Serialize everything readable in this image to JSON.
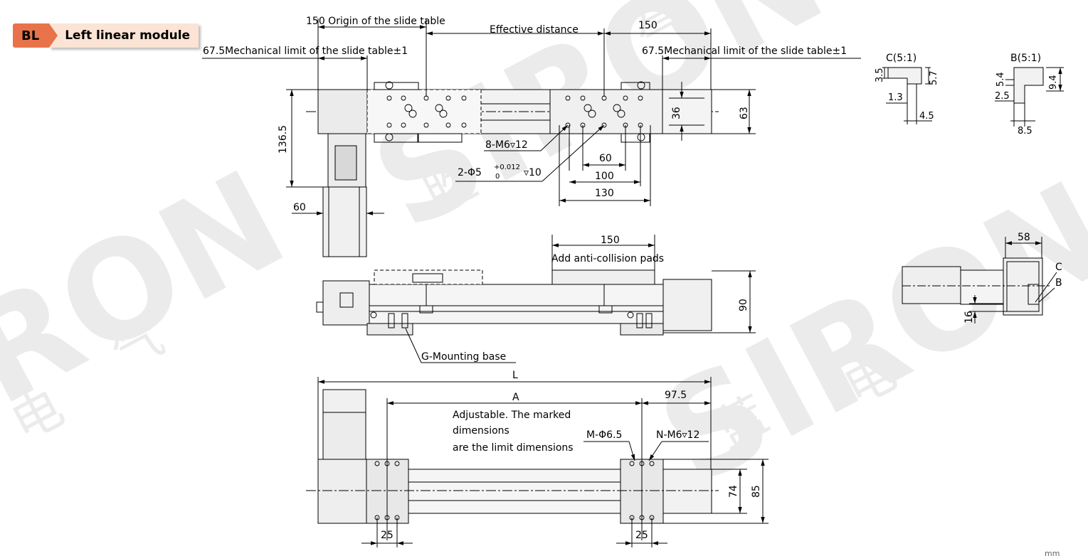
{
  "header": {
    "code": "BL",
    "title": "Left linear module"
  },
  "watermark": {
    "brand": "SIRON",
    "chars": [
      "胜",
      "蓝",
      "电",
      "气",
      "电",
      "气"
    ]
  },
  "top_view": {
    "origin_label": "150 Origin of the slide table",
    "effective_distance": "Effective distance",
    "right_150": "150",
    "mech_limit_left": "67.5Mechanical limit of the slide table±1",
    "mech_limit_right": "67.5Mechanical limit of the slide table±1",
    "h_136_5": "136.5",
    "w_60": "60",
    "h_36": "36",
    "h_63": "63",
    "thread_label": "8-M6▿12",
    "pin_label": "2-Φ5",
    "pin_tol_upper": "+0.012",
    "pin_tol_lower": "0",
    "pin_depth": "▿10",
    "d_60": "60",
    "d_100": "100",
    "d_130": "130"
  },
  "detail_c": {
    "title": "C(5:1)",
    "d1": "3.5",
    "d2": "5.7",
    "d3": "1.3",
    "d4": "4.5"
  },
  "detail_b": {
    "title": "B(5:1)",
    "d1": "5.4",
    "d2": "9.4",
    "d3": "2.5",
    "d4": "8.5"
  },
  "front_view": {
    "pad_width": "150",
    "pad_label": "Add anti-collision pads",
    "height_90": "90",
    "mount_label": "G-Mounting base"
  },
  "side_view": {
    "width_58": "58",
    "label_c": "C",
    "label_b": "B",
    "dim_16": "16"
  },
  "bottom_view": {
    "L": "L",
    "A": "A",
    "d_97_5": "97.5",
    "note_1": "Adjustable. The marked",
    "note_2": "dimensions",
    "note_3": "are the limit dimensions",
    "hole_m": "M-Φ6.5",
    "hole_n": "N-M6▿12",
    "h_74": "74",
    "h_85": "85",
    "d_25_left": "25",
    "d_25_right": "25"
  },
  "unit": "mm"
}
